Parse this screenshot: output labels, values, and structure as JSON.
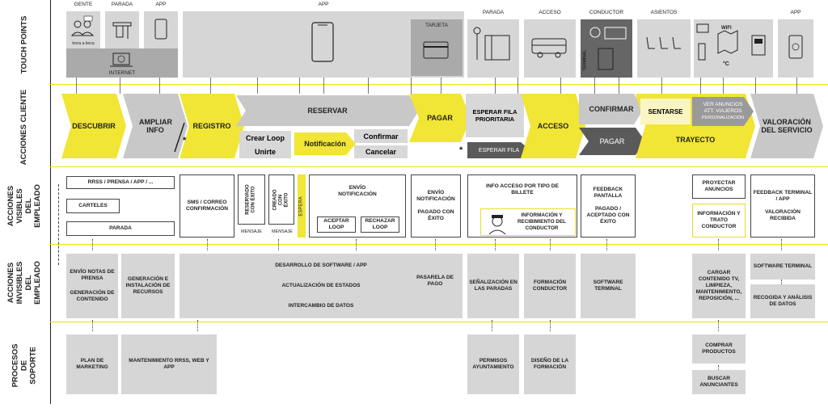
{
  "rows": {
    "touch_points": "TOUCH POINTS",
    "acciones_cliente": "ACCIONES CLIENTE",
    "acciones_visibles": "ACCIONES VISIBLES DEL EMPLEADO",
    "acciones_invisibles": "ACCIONES INVISIBLES DEL EMPLEADO",
    "procesos_soporte": "PROCESOS DE SOPORTE"
  },
  "touch_points": {
    "gente": "GENTE",
    "boca": "boca a boca",
    "parada1": "PARADA",
    "app1": "APP",
    "internet": "INTERNET",
    "app_main": "APP",
    "tarjeta": "TARJETA",
    "parada2": "PARADA",
    "acceso": "ACCESO",
    "conductor": "CONDUCTOR",
    "terminal": "TERMINAL",
    "asientos": "ASIENTOS",
    "wifi": "WIFI",
    "temp": "°C",
    "app_end": "APP"
  },
  "customer": {
    "descubrir": "DESCUBRIR",
    "ampliar": "AMPLIAR INFO",
    "registro": "REGISTRO",
    "reservar": "RESERVAR",
    "crear_loop": "Crear Loop",
    "unirte": "Unirte",
    "notificacion": "Notificación",
    "confirmar_small": "Confirmar",
    "cancelar": "Cancelar",
    "pagar1": "PAGAR",
    "esperar_prioritaria": "ESPERAR FILA PRIORITARIA",
    "esperar_fila": "ESPERAR FILA",
    "acceso": "ACCESO",
    "confirmar": "CONFIRMAR",
    "pagar2": "PAGAR",
    "sentarse": "SENTARSE",
    "ver_anuncios": "VER ANUNCIOS",
    "att_viajeros": "ATT. VIAJEROS",
    "personalizacion": "PERSONALIZACIÓN",
    "trayecto": "TRAYECTO",
    "valoracion": "VALORACIÓN DEL SERVICIO",
    "asterisk": "*"
  },
  "visible": {
    "rrss": "RRSS / PRENSA / APP / ...",
    "carteles": "CARTELES",
    "parada": "PARADA",
    "sms": "SMS / CORREO CONFIRMACIÓN",
    "reservado": "RESERVADO CON ÉXITO",
    "creado": "CREADO CON ÉXITO",
    "espera": "ESPERA",
    "mensaje1": "MENSAJE",
    "mensaje2": "MENSAJE",
    "envio_notif": "ENVÍO NOTIFICACIÓN",
    "aceptar_loop": "ACEPTAR LOOP",
    "rechazar_loop": "RECHAZAR LOOP",
    "envio_pago": "ENVÍO NOTIFICACIÓN",
    "pagado_exito": "PAGADO CON ÉXITO",
    "info_acceso": "INFO ACCESO POR TIPO DE BILLETE",
    "info_recibimiento": "INFORMACIÓN Y RECIBIMIENTO DEL CONDUCTOR",
    "feedback_pantalla": "FEEDBACK PANTALLA",
    "pagado_aceptado": "PAGADO / ACEPTADO CON ÉXITO",
    "proyectar": "PROYECTAR ANUNCIOS",
    "info_trato": "INFORMACIÓN Y TRATO CONDUCTOR",
    "feedback_terminal": "FEEDBACK TERMINAL / APP",
    "valoracion_recibida": "VALORACIÓN RECIBIDA"
  },
  "invisible": {
    "envio_notas": "ENVÍO NOTAS DE PRENSA",
    "generacion_contenido": "GENERACIÓN DE CONTENIDO",
    "generacion_recursos": "GENERACIÓN E INSTALACIÓN DE RECURSOS",
    "desarrollo": "DESARROLLO DE SOFTWARE / APP",
    "actualizacion": "ACTUALIZACIÓN DE ESTADOS",
    "intercambio": "INTERCAMBIO DE DATOS",
    "pasarela": "PASARELA DE PAGO",
    "senalizacion": "SEÑALIZACIÓN EN LAS PARADAS",
    "formacion": "FORMACIÓN CONDUCTOR",
    "software_terminal": "SOFTWARE TERMINAL",
    "cargar": "CARGAR CONTENIDO TV, LIMPIEZA, MANTENIMIENTO, REPOSICIÓN, ...",
    "software_terminal2": "SOFTWARE TERMINAL",
    "recogida": "RECOGIDA Y ANÁLISIS DE DATOS"
  },
  "support": {
    "plan_marketing": "PLAN DE MARKETING",
    "mantenimiento": "MANTENIMIENTO RRSS, WEB Y APP",
    "permisos": "PERMISOS AYUNTAMIENTO",
    "diseno": "DISEÑO DE LA FORMACIÓN",
    "comprar": "COMPRAR PRODUCTOS",
    "buscar": "BUSCAR ANUNCIANTES"
  }
}
